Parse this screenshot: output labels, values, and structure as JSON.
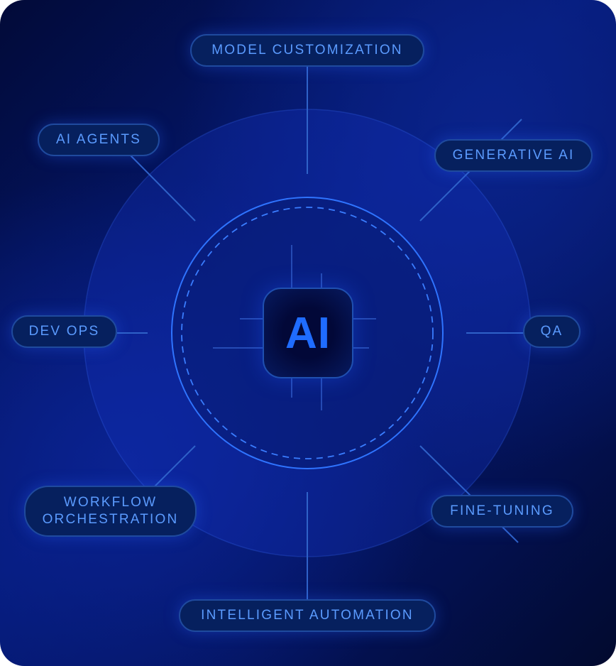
{
  "center": {
    "label": "AI"
  },
  "nodes": {
    "model_customization": "MODEL CUSTOMIZATION",
    "ai_agents": "AI AGENTS",
    "generative_ai": "GENERATIVE AI",
    "dev_ops": "DEV OPS",
    "qa": "QA",
    "workflow_orchestration": "WORKFLOW ORCHESTRATION",
    "fine_tuning": "FINE-TUNING",
    "intelligent_automation": "INTELLIGENT AUTOMATION"
  },
  "colors": {
    "accent": "#1f6cff",
    "label": "#5b9bff",
    "line": "#2f6fe0"
  }
}
